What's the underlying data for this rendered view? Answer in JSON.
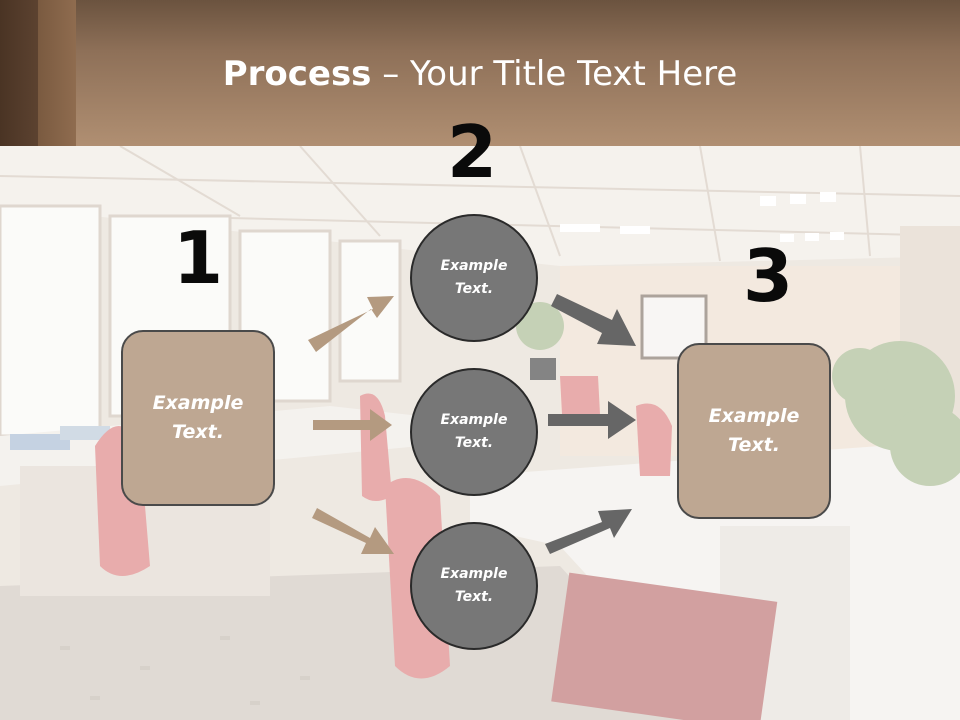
{
  "title": {
    "bold": "Process",
    "rest": " – Your Title Text Here"
  },
  "steps": {
    "one": {
      "number": "1",
      "box_text": "Example\nText."
    },
    "two": {
      "number": "2",
      "circles": [
        "Example\nText.",
        "Example\nText.",
        "Example\nText."
      ]
    },
    "three": {
      "number": "3",
      "box_text": "Example\nText."
    }
  },
  "colors": {
    "box_fill": "#bea792",
    "circle_fill": "#777777",
    "arrow_tan": "#b49a80",
    "arrow_gray": "#6a6a6a",
    "title_band": "#b08f72"
  }
}
